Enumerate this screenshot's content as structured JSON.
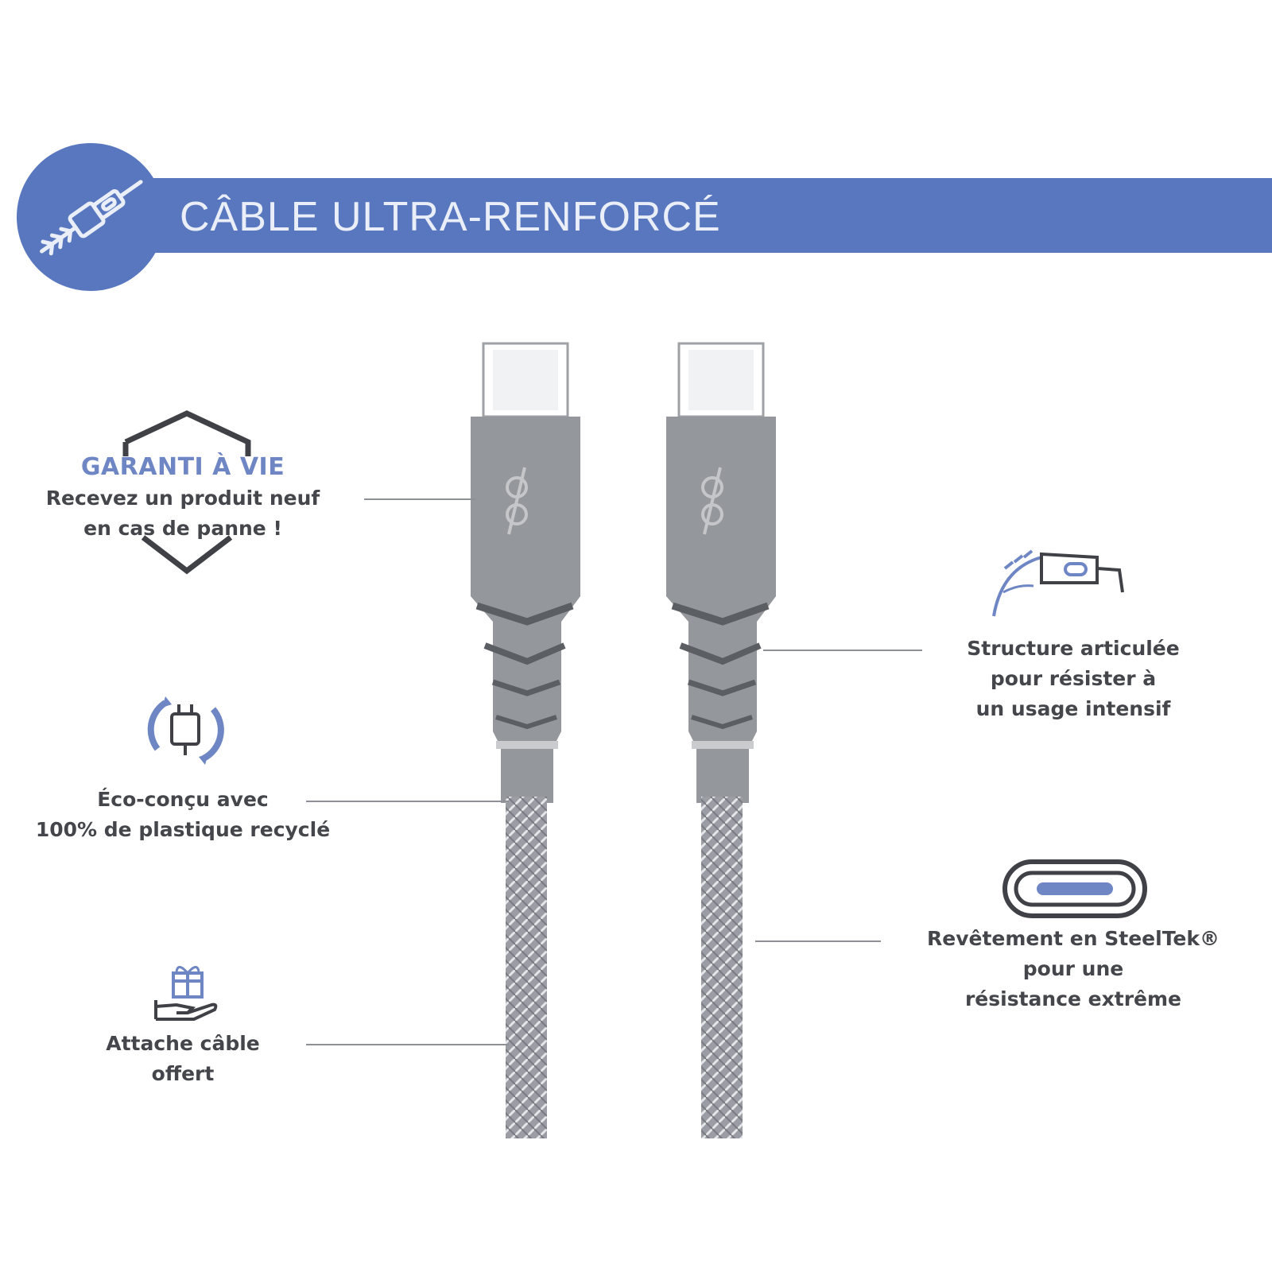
{
  "banner": {
    "title": "CÂBLE ULTRA-RENFORCÉ",
    "icon": "braided-cable-icon",
    "color": "#5877bf"
  },
  "features": {
    "warranty": {
      "icon": "shield-outline-icon",
      "title": "GARANTI À VIE",
      "lines": [
        "Recevez un produit neuf",
        "en cas de panne !"
      ]
    },
    "eco": {
      "icon": "recycled-charger-icon",
      "lines": [
        "Éco-conçu avec",
        "100% de plastique recyclé"
      ]
    },
    "tie": {
      "icon": "gift-hand-icon",
      "lines": [
        "Attache câble",
        "offert"
      ]
    },
    "structure": {
      "icon": "articulated-cable-icon",
      "lines": [
        "Structure articulée",
        "pour résister à",
        "un usage intensif"
      ]
    },
    "coating": {
      "icon": "steel-link-icon",
      "lines": [
        "Revêtement en SteelTek®",
        "pour une",
        "résistance extrême"
      ]
    }
  },
  "product": {
    "name": "usb-c-to-usb-c-braided-cable",
    "logo": "brand-logo-icon",
    "cable_color": "#8f9297"
  },
  "colors": {
    "accent": "#5877bf",
    "text": "#44464b",
    "accent_text": "#6e86c4"
  }
}
